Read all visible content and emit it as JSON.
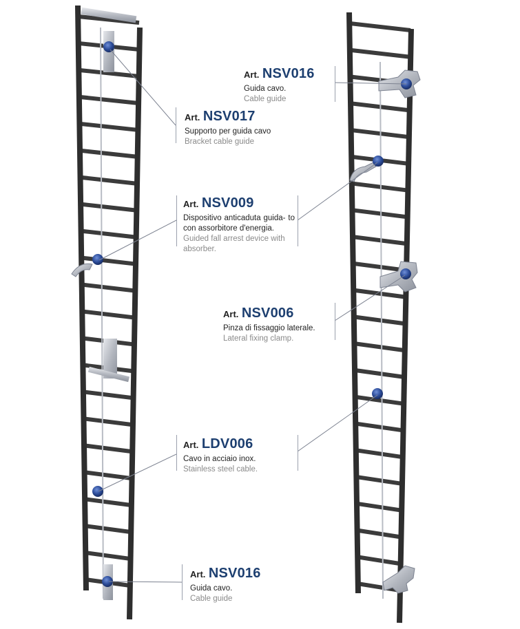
{
  "labels": [
    {
      "art": "Art.",
      "code": "NSV016",
      "it": "Guida cavo.",
      "en": "Cable guide"
    },
    {
      "art": "Art.",
      "code": "NSV017",
      "it": "Supporto per guida cavo",
      "en": "Bracket cable guide"
    },
    {
      "art": "Art.",
      "code": "NSV009",
      "it": "Dispositivo anticaduta guida- to con assorbitore d'energia.",
      "en": "Guided fall arrest device with absorber."
    },
    {
      "art": "Art.",
      "code": "NSV006",
      "it": "Pinza di fissaggio laterale.",
      "en": "Lateral fixing clamp."
    },
    {
      "art": "Art.",
      "code": "LDV006",
      "it": "Cavo in acciaio inox.",
      "en": "Stainless steel cable."
    },
    {
      "art": "Art.",
      "code": "NSV016",
      "it": "Guida cavo.",
      "en": "Cable guide"
    }
  ],
  "colors": {
    "rung": "#3b3b3b",
    "rail": "#2e2e2e",
    "cable": "#b8bcc4",
    "bracket": "#c9ccd2",
    "knob": "#2d4d9a",
    "leader": "#7c8290",
    "code_blue": "#1d3f70"
  }
}
